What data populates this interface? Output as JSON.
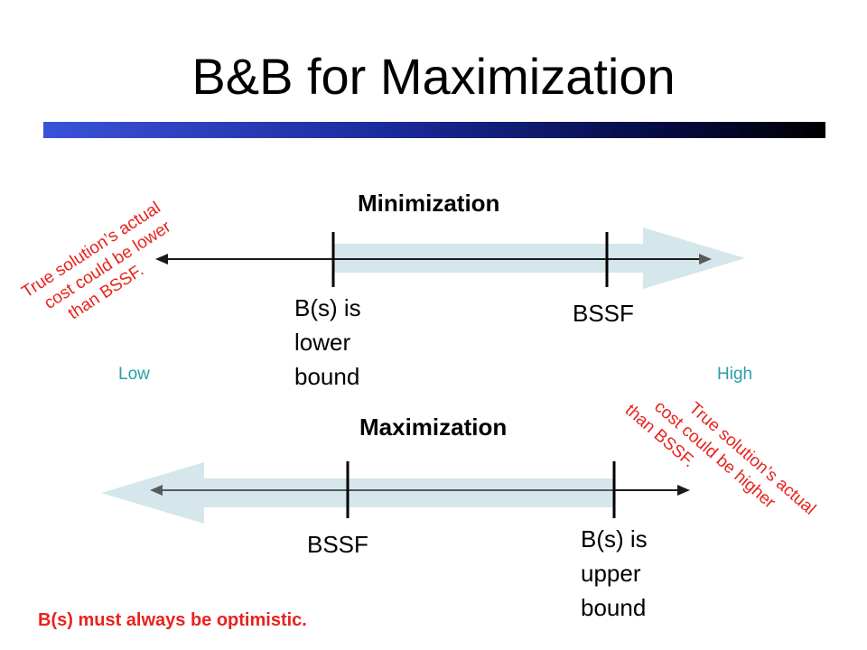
{
  "title": "B&B for Maximization",
  "minimization": {
    "heading": "Minimization",
    "bound_label_lines": [
      "B(s) is",
      "lower",
      "bound"
    ],
    "bssf_label": "BSSF",
    "note_lines": [
      "True solution’s actual",
      "cost could be lower",
      "than BSSF."
    ]
  },
  "scale": {
    "low": "Low",
    "high": "High"
  },
  "maximization": {
    "heading": "Maximization",
    "bssf_label": "BSSF",
    "bound_label_lines": [
      "B(s) is",
      "upper",
      "bound"
    ],
    "note_lines": [
      "True solution’s actual",
      "cost could be higher",
      "than BSSF."
    ]
  },
  "footer_note": "B(s) must always be optimistic.",
  "colors": {
    "wide_arrow": "#d5e6ec",
    "axis_line": "#5a5a5a",
    "red_text": "#e8231c",
    "teal_text": "#2aa0a8"
  }
}
